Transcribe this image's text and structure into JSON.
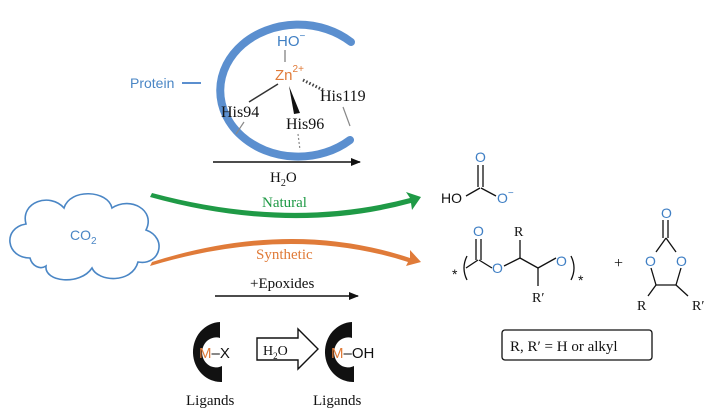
{
  "colors": {
    "protein_blue": "#5b8fcf",
    "label_blue": "#4a86c5",
    "zinc_orange": "#e07b39",
    "natural_green": "#1f9a46",
    "synthetic_orange": "#e07b39",
    "oxygen_blue": "#3f7fc4",
    "metal_orange": "#e07b39",
    "ink": "#111111",
    "cloud": "#4a86c5"
  },
  "enzyme": {
    "protein_label": "Protein",
    "hydroxide": "HO",
    "hydroxide_charge": "−",
    "zinc": "Zn",
    "zinc_charge": "2+",
    "his94": "His94",
    "his96": "His96",
    "his119": "His119",
    "arrow_reagent_main": "H",
    "arrow_reagent_sub": "2",
    "arrow_reagent_tail": "O"
  },
  "co2": {
    "main": "CO",
    "sub": "2"
  },
  "pathways": {
    "natural": "Natural",
    "synthetic": "Synthetic"
  },
  "bicarbonate": {
    "ho": "HO",
    "o_top": "O",
    "o_right": "O",
    "charge": "−"
  },
  "polycarbonate": {
    "star_left": "*",
    "star_right": "*",
    "o_carbonyl": "O",
    "o_left": "O",
    "o_right": "O",
    "r": "R",
    "r_prime": "R′"
  },
  "plus": "+",
  "cyclic_carbonate": {
    "o_carbonyl": "O",
    "o_left": "O",
    "o_right": "O",
    "r": "R",
    "r_prime": "R′"
  },
  "synthetic_route": {
    "reagent": "+Epoxides"
  },
  "catalyst": {
    "metal": "M",
    "leaving_group": "–X",
    "hydroxide": "–OH",
    "reagent_main": "H",
    "reagent_sub": "2",
    "reagent_tail": "O",
    "ligands_left": "Ligands",
    "ligands_right": "Ligands"
  },
  "legend_box": {
    "text": "R, R′ = H or alkyl"
  }
}
